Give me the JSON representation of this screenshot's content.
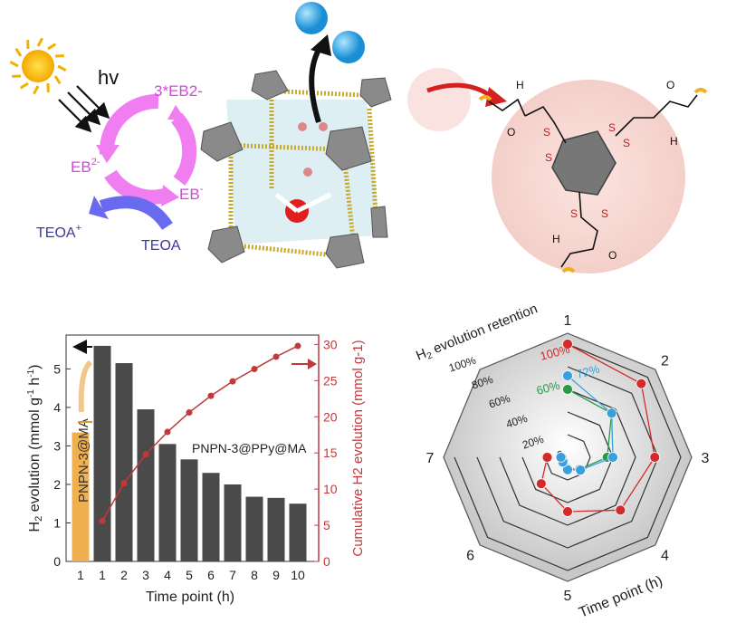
{
  "scheme": {
    "light_label": "hv",
    "cycle": {
      "excited": "3*EB2-",
      "excited_sup_pre": "3",
      "excited_star": "*",
      "excited_base": "EB",
      "excited_charge": "2-",
      "ground_base": "EB",
      "ground_charge": "2-",
      "reduced_base": "EB",
      "reduced_charge": "-"
    },
    "donor": {
      "oxidized_base": "TEOA",
      "oxidized_charge": "+",
      "reduced": "TEOA"
    },
    "molecule_labels": {
      "H": "H",
      "O": "O",
      "S": "S"
    },
    "colors": {
      "cycle": "#f07ef0",
      "cycle_text": "#d04ad8",
      "donor": "#6a6af0",
      "donor_text": "#3a3a9a",
      "red_arrow": "#d42020",
      "zoom_circle": "#f6d6d2"
    }
  },
  "chart_data": [
    {
      "type": "bar",
      "title": "",
      "xlabel": "Time point (h)",
      "ylabel": "H2 evolution (mmol g-1 h-1)",
      "ylabel_parts": {
        "pre": "H",
        "sub": "2",
        "post": " evolution (mmol g",
        "sup1": "-1",
        "mid": " h",
        "sup2": "-1",
        "end": ")"
      },
      "y2label": "Cumulative H2 evolution (mmol g-1)",
      "y2label_parts": {
        "pre": "Cumulative H",
        "sub": "2",
        "post": " evolution (mmol g",
        "sup": "-1",
        "end": ")"
      },
      "ylim": [
        0,
        5.88
      ],
      "y2lim": [
        0,
        31.3
      ],
      "yticks": [
        0,
        1,
        2,
        3,
        4,
        5
      ],
      "y2ticks": [
        0,
        5,
        10,
        15,
        20,
        25,
        30
      ],
      "reference": {
        "name": "PNPN-3@MA",
        "category": "1",
        "value": 3.35,
        "color": "#f0b050"
      },
      "series": [
        {
          "name": "PNPN-3@PPy@MA",
          "type": "bar",
          "color": "#4a4a4a",
          "categories": [
            "1",
            "2",
            "3",
            "4",
            "5",
            "6",
            "7",
            "8",
            "9",
            "10"
          ],
          "values": [
            5.6,
            5.15,
            3.95,
            3.05,
            2.65,
            2.3,
            2.0,
            1.68,
            1.65,
            1.5
          ]
        },
        {
          "name": "Cumulative H2 evolution",
          "type": "line",
          "axis": "right",
          "color": "#c0393b",
          "categories": [
            "1",
            "2",
            "3",
            "4",
            "5",
            "6",
            "7",
            "8",
            "9",
            "10"
          ],
          "values": [
            5.6,
            10.8,
            14.8,
            17.9,
            20.6,
            22.9,
            24.9,
            26.6,
            28.3,
            29.8
          ]
        }
      ]
    },
    {
      "type": "radar",
      "title": "H2 evolution retention",
      "title_parts": {
        "pre": "H",
        "sub": "2",
        "post": " evolution retention"
      },
      "axis_label": "Time point (h)",
      "axes": [
        "1",
        "2",
        "3",
        "4",
        "5",
        "6",
        "7"
      ],
      "rings": [
        20,
        40,
        60,
        80,
        100
      ],
      "ring_labels": [
        "0",
        "20%",
        "40%",
        "60%",
        "80%",
        "100%"
      ],
      "series": [
        {
          "name": "100%",
          "color": "#d42a2a",
          "values": [
            100,
            92,
            77,
            66,
            48,
            33,
            18
          ]
        },
        {
          "name": "72%",
          "color": "#3aa0dc",
          "values": [
            72,
            55,
            40,
            16,
            11,
            6,
            6
          ]
        },
        {
          "name": "60%",
          "color": "#2a9a4a",
          "values": [
            60,
            55,
            35,
            15,
            10,
            5,
            5
          ]
        }
      ]
    }
  ]
}
